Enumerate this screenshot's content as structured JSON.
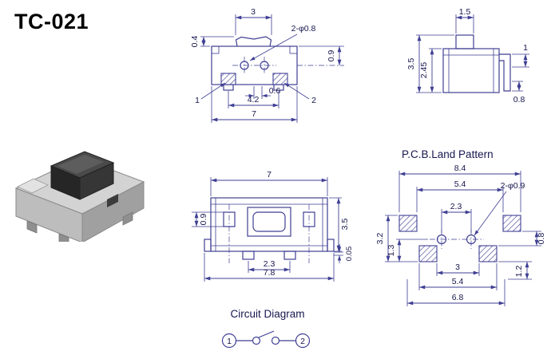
{
  "title": "TC-021",
  "colors": {
    "line": "#3f3f94",
    "text": "#16164e",
    "title": "#000000",
    "paper": "#ffffff"
  },
  "top_view": {
    "dim_tab_width": "3",
    "dim_step": "0.4",
    "dim_holes": "2-φ0.8",
    "dim_hole_offset": "0.9",
    "label_pin1": "1",
    "label_pin2": "2",
    "dim_notch": "0.6",
    "dim_pin_span": "4.2",
    "dim_body_width": "7"
  },
  "side_view": {
    "dim_button_width": "1.5",
    "dim_total_height": "3.5",
    "dim_body_height": "2.45",
    "dim_pin_drop": "1",
    "dim_pin_foot": "0.8"
  },
  "front_view": {
    "dim_body_width": "7",
    "dim_slot": "0.9",
    "dim_height": "3.5",
    "dim_contact_span": "2.3",
    "dim_total_width": "7.8",
    "dim_standoff": "0.05"
  },
  "pcb_pattern": {
    "title": "P.C.B.Land Pattern",
    "dim_total_width": "8.4",
    "dim_pad_span_top": "5.4",
    "dim_hole_span": "2.3",
    "dim_holes": "2-φ0.9",
    "dim_height": "3.2",
    "dim_hole_offset": "1.3",
    "dim_pad_gap": "0.8",
    "dim_pad_height": "1.2",
    "dim_inner_span": "3",
    "dim_pad_span_bottom": "5.4",
    "dim_bottom_width": "6.8"
  },
  "circuit": {
    "title": "Circuit Diagram",
    "terminal_left": "1",
    "terminal_right": "2"
  },
  "photo": {
    "body_top": "#d3d3d3",
    "body_left": "#bdbdbd",
    "body_right": "#a0a0a0",
    "button_top": "#4a4a4a",
    "button_left": "#262626",
    "button_right": "#363636"
  }
}
